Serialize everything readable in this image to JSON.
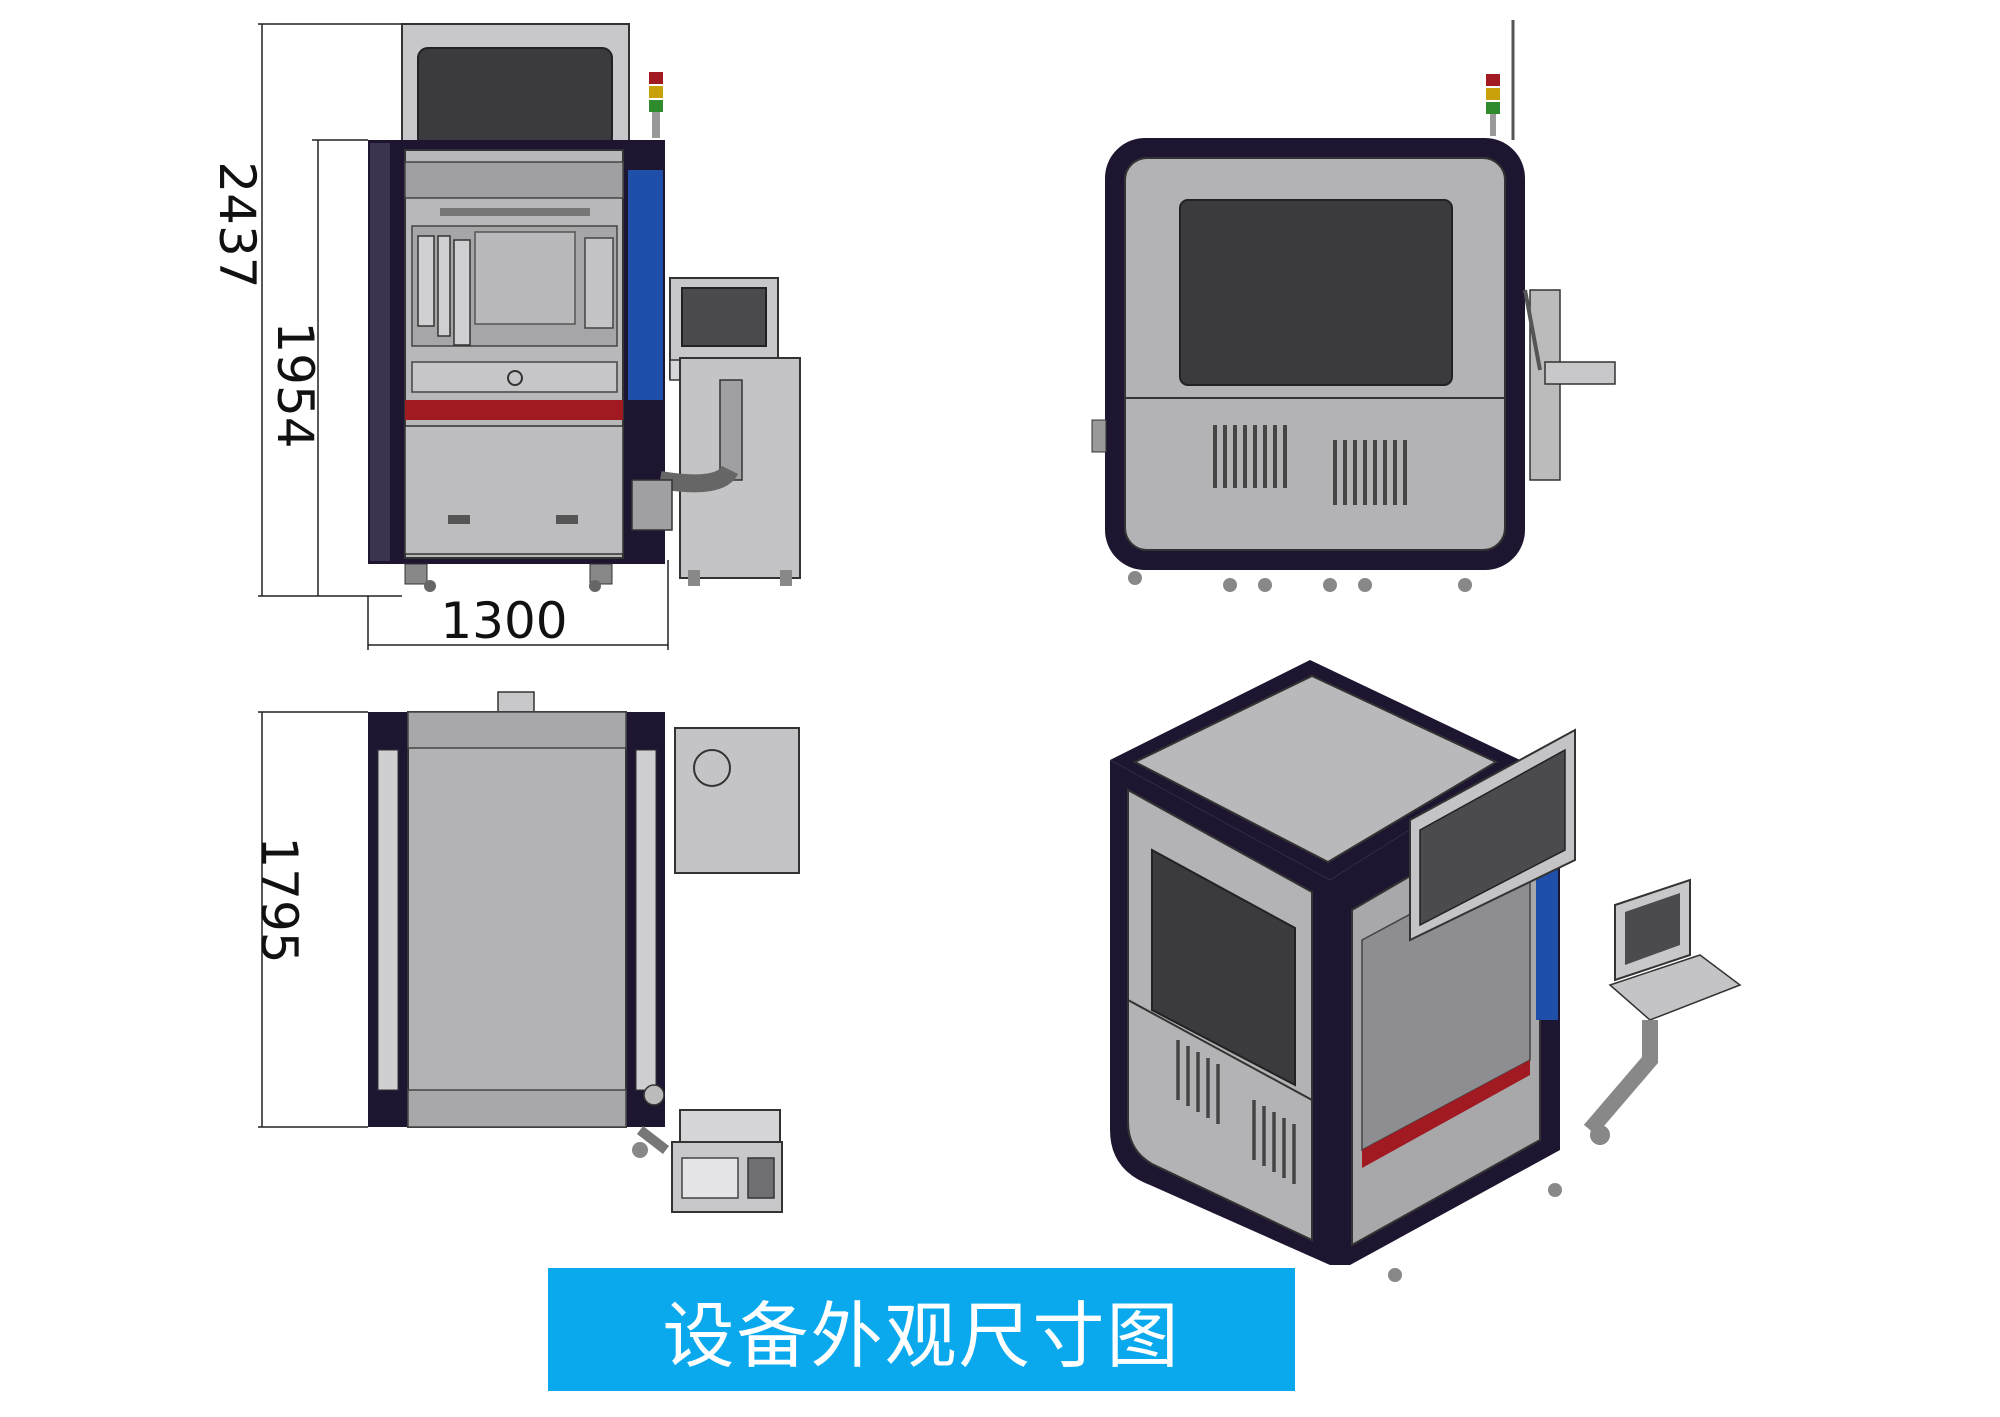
{
  "dimensions": {
    "total_height": "2437",
    "body_height": "1954",
    "width": "1300",
    "depth": "1795"
  },
  "caption": "设备外观尺寸图",
  "colors": {
    "frame_dark": "#1e1630",
    "panel_gray": "#b3b3b5",
    "window_dark": "#3b3b3f",
    "accent_blue": "#1f4fa8",
    "stripe_red": "#a11a22",
    "caption_bg": "#0aa9ee"
  }
}
